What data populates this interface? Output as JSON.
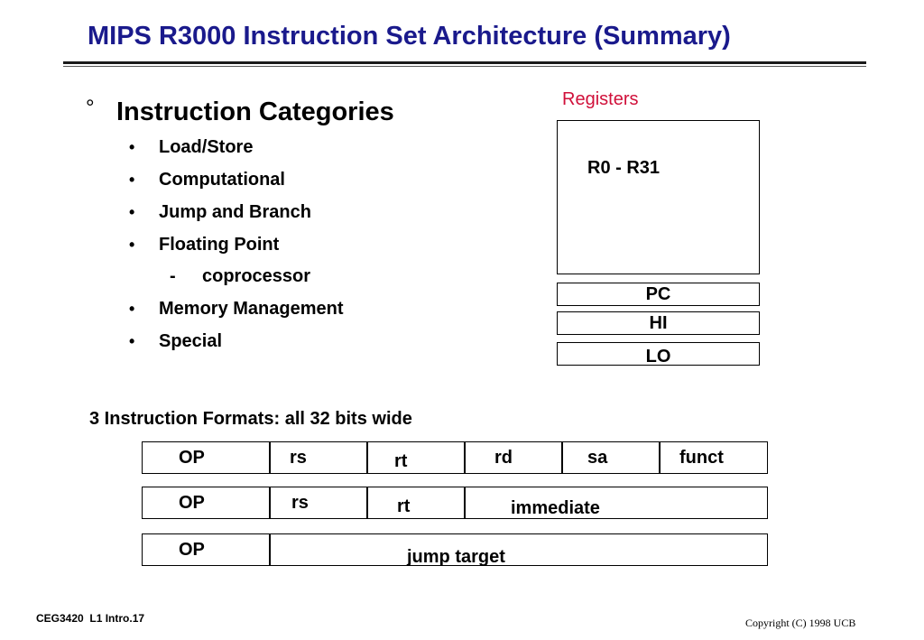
{
  "title": "MIPS R3000 Instruction Set Architecture (Summary)",
  "categories": {
    "bullet": "°",
    "heading": "Instruction Categories",
    "items": [
      "Load/Store",
      "Computational",
      "Jump and Branch",
      "Floating Point"
    ],
    "sub_bullet": "-",
    "sub_item": "coprocessor",
    "items2": [
      "Memory Management",
      "Special"
    ],
    "item_bullet": "•"
  },
  "registers": {
    "label": "Registers",
    "general": "R0 - R31",
    "special": [
      "PC",
      "HI",
      "LO"
    ]
  },
  "formats": {
    "title": "3 Instruction Formats: all 32 bits wide",
    "r_type": [
      "OP",
      "rs",
      "rt",
      "rd",
      "sa",
      "funct"
    ],
    "i_type": [
      "OP",
      "rs",
      "rt",
      "immediate"
    ],
    "j_type": [
      "OP",
      "jump target"
    ]
  },
  "footer": {
    "left": "CEG3420  L1 Intro.17",
    "right": "Copyright (C) 1998 UCB"
  }
}
